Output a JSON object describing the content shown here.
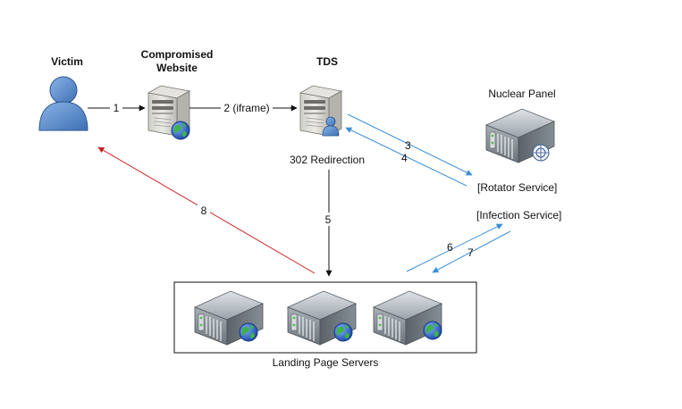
{
  "nodes": {
    "victim": {
      "label": "Victim"
    },
    "compromised_website": {
      "label_line1": "Compromised",
      "label_line2": "Website"
    },
    "tds": {
      "label": "TDS",
      "note": "302 Redirection"
    },
    "nuclear_panel": {
      "label": "Nuclear Panel"
    },
    "rotator_service": {
      "label": "[Rotator Service]"
    },
    "infection_service": {
      "label": "[Infection Service]"
    },
    "landing_page_servers": {
      "label": "Landing Page Servers"
    }
  },
  "edges": {
    "e1": {
      "label": "1"
    },
    "e2": {
      "label": "2 (iframe)"
    },
    "e3": {
      "label": "3"
    },
    "e4": {
      "label": "4"
    },
    "e5": {
      "label": "5"
    },
    "e6": {
      "label": "6"
    },
    "e7": {
      "label": "7"
    },
    "e8": {
      "label": "8"
    }
  },
  "colors": {
    "black_arrow": "#111111",
    "blue_arrow": "#3a8fd6",
    "red_arrow": "#cc2222",
    "person_body": "#4f86c6",
    "server_gray": "#9aa2aa",
    "globe_blue": "#2a5db8",
    "globe_green": "#37a83a"
  },
  "icons": {
    "victim": "person-icon",
    "compromised_website": "web-server-icon",
    "tds": "user-server-icon",
    "nuclear_panel": "admin-server-icon",
    "landing_servers": "rack-server-web-icon"
  }
}
